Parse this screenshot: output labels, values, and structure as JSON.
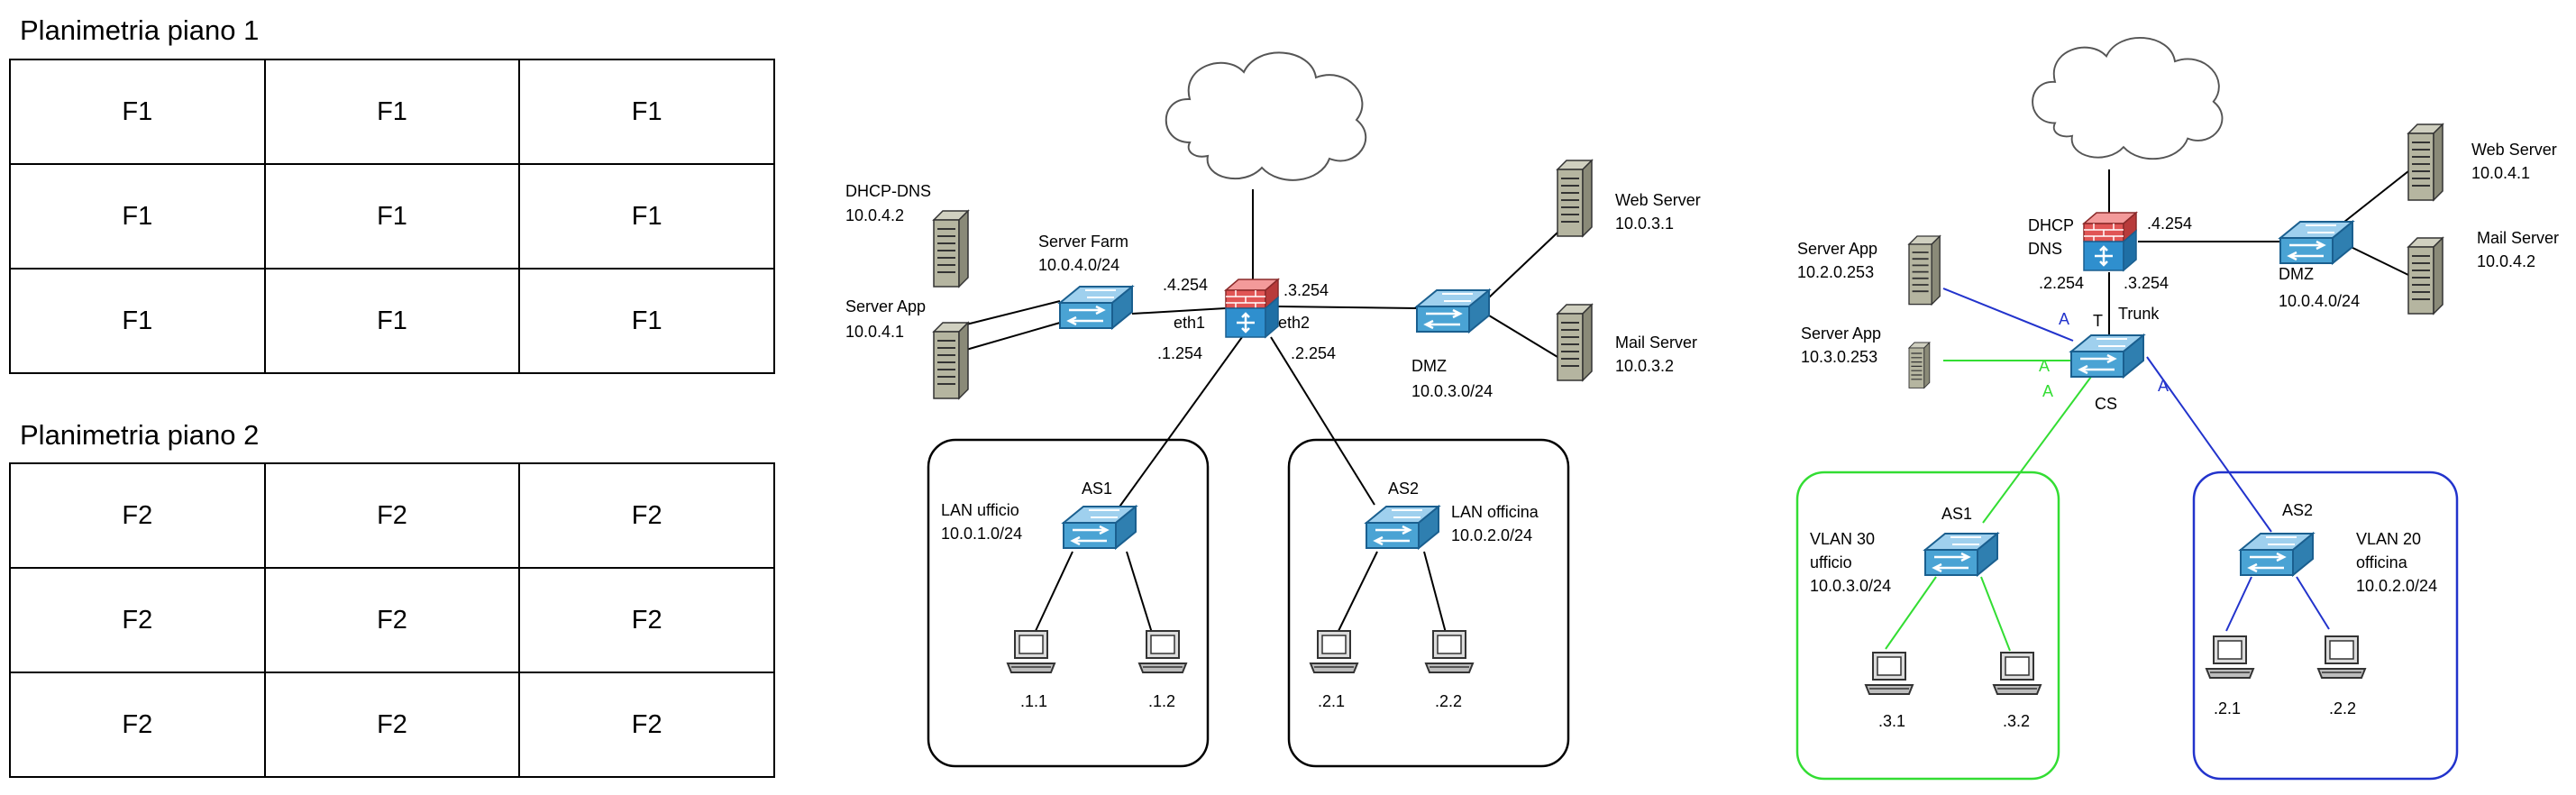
{
  "floor_plans": [
    {
      "title": "Planimetria piano 1",
      "rows": [
        [
          "F1",
          "F1",
          "F1"
        ],
        [
          "F1",
          "F1",
          "F1"
        ],
        [
          "F1",
          "F1",
          "F1"
        ]
      ]
    },
    {
      "title": "Planimetria piano 2",
      "rows": [
        [
          "F2",
          "F2",
          "F2"
        ],
        [
          "F2",
          "F2",
          "F2"
        ],
        [
          "F2",
          "F2",
          "F2"
        ]
      ]
    }
  ],
  "diagram1": {
    "dhcp_dns": {
      "name": "DHCP-DNS",
      "ip": "10.0.4.2"
    },
    "server_app": {
      "name": "Server App",
      "ip": "10.0.4.1"
    },
    "server_farm": {
      "name": "Server Farm",
      "net": "10.0.4.0/24"
    },
    "router": {
      "if_left_top": ".4.254",
      "if_right_top": ".3.254",
      "eth1": "eth1",
      "eth2": "eth2",
      "if_left_bottom": ".1.254",
      "if_right_bottom": ".2.254"
    },
    "dmz": {
      "name": "DMZ",
      "net": "10.0.3.0/24"
    },
    "web_server": {
      "name": "Web Server",
      "ip": "10.0.3.1"
    },
    "mail_server": {
      "name": "Mail Server",
      "ip": "10.0.3.2"
    },
    "as1": {
      "name": "AS1",
      "lan_name": "LAN ufficio",
      "lan_net": "10.0.1.0/24",
      "pc1": ".1.1",
      "pc2": ".1.2"
    },
    "as2": {
      "name": "AS2",
      "lan_name": "LAN officina",
      "lan_net": "10.0.2.0/24",
      "pc1": ".2.1",
      "pc2": ".2.2"
    }
  },
  "diagram2": {
    "server_app_1": {
      "name": "Server App",
      "ip": "10.2.0.253"
    },
    "server_app_2": {
      "name": "Server App",
      "ip": "10.3.0.253"
    },
    "dhcp_dns": {
      "line1": "DHCP",
      "line2": "DNS"
    },
    "router": {
      "if_right": ".4.254",
      "if_bottom_left": ".2.254",
      "if_bottom_right": ".3.254",
      "t": "T",
      "trunk": "Trunk"
    },
    "dmz": {
      "name": "DMZ",
      "net": "10.0.4.0/24"
    },
    "web_server": {
      "name": "Web Server",
      "ip": "10.0.4.1"
    },
    "mail_server": {
      "name": "Mail Server",
      "ip": "10.0.4.2"
    },
    "cs": {
      "name": "CS"
    },
    "access_marks": {
      "a1": "A",
      "a2": "A",
      "a3": "A",
      "a4": "A"
    },
    "as1": {
      "name": "AS1",
      "vlan": "VLAN 30",
      "dept": "ufficio",
      "net": "10.0.3.0/24",
      "pc1": ".3.1",
      "pc2": ".3.2"
    },
    "as2": {
      "name": "AS2",
      "vlan": "VLAN 20",
      "dept": "officina",
      "net": "10.0.2.0/24",
      "pc1": ".2.1",
      "pc2": ".2.2"
    }
  },
  "colors": {
    "vlan_green": "#33dd33",
    "vlan_blue": "#2233cc",
    "switch": "#4aa3d4",
    "firewall": "#e05555"
  }
}
